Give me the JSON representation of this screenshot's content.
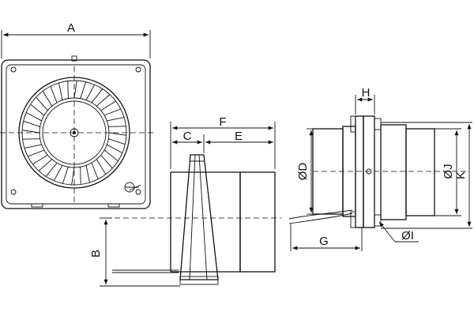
{
  "labels": {
    "A": "A",
    "B": "B",
    "C": "C",
    "D": "ØD",
    "E": "E",
    "F": "F",
    "G": "G",
    "H": "H",
    "I": "ØI",
    "J": "ØJ",
    "K": "K"
  },
  "colors": {
    "line": "#111111",
    "background": "#ffffff"
  }
}
